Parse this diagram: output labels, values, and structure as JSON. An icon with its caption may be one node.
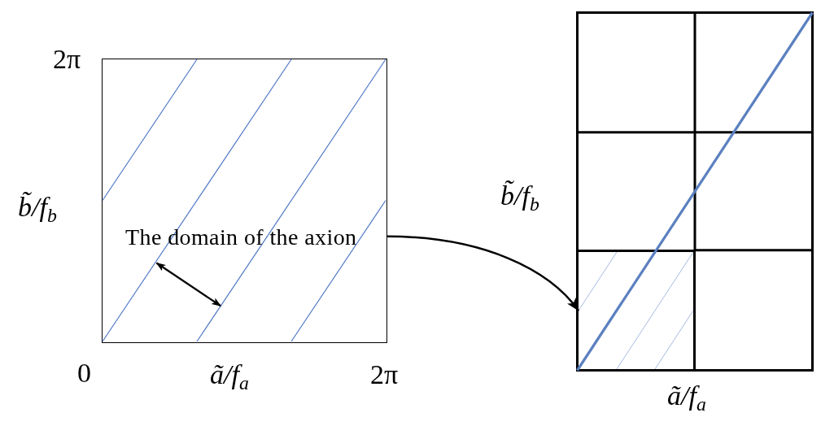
{
  "diagram": {
    "nodes": [
      {
        "text": [
          "The domain of the axion"
        ]
      },
      {
        "text": [],
        "shape": "box"
      },
      {
        "text": [],
        "shape": "box",
        "in": 1
      }
    ],
    "edges": [
      {
        "from": 0,
        "to": 2,
        "arrow": "to"
      }
    ],
    "labels": [
      "2π",
      "b̃/f$_{b}$",
      "0",
      "ã/f$_{a}$",
      "2π",
      "b̃/f$_{b}$",
      "ã/f$_{a}$"
    ]
  }
}
